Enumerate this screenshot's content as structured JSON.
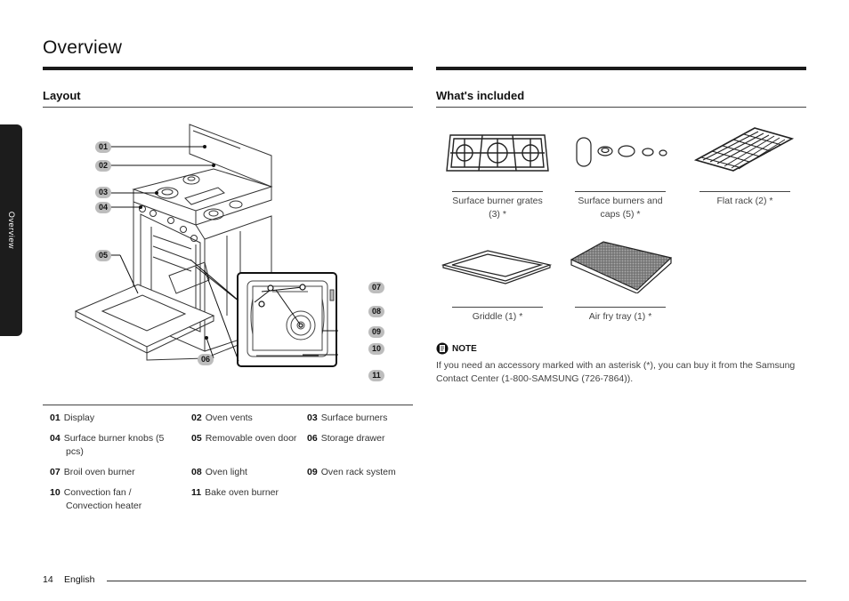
{
  "page": {
    "title": "Overview",
    "side_tab": "Overview",
    "page_number": "14",
    "language": "English"
  },
  "layout": {
    "heading": "Layout",
    "callouts": [
      "01",
      "02",
      "03",
      "04",
      "05",
      "06",
      "07",
      "08",
      "09",
      "10",
      "11"
    ],
    "legend": [
      {
        "num": "01",
        "label": "Display"
      },
      {
        "num": "02",
        "label": "Oven vents"
      },
      {
        "num": "03",
        "label": "Surface burners"
      },
      {
        "num": "04",
        "label": "Surface burner knobs (5 pcs)"
      },
      {
        "num": "05",
        "label": "Removable oven door"
      },
      {
        "num": "06",
        "label": "Storage drawer"
      },
      {
        "num": "07",
        "label": "Broil oven burner"
      },
      {
        "num": "08",
        "label": "Oven light"
      },
      {
        "num": "09",
        "label": "Oven rack system"
      },
      {
        "num": "10",
        "label": "Convection fan / Convection heater"
      },
      {
        "num": "11",
        "label": "Bake oven burner"
      }
    ]
  },
  "included": {
    "heading": "What's included",
    "items": [
      {
        "label": "Surface burner grates (3) *"
      },
      {
        "label": "Surface burners and caps (5) *"
      },
      {
        "label": "Flat rack (2) *"
      },
      {
        "label": "Griddle (1) *"
      },
      {
        "label": "Air fry tray (1) *"
      }
    ],
    "note_label": "NOTE",
    "note_text": "If you need an accessory marked with an asterisk (*), you can buy it from the Samsung Contact Center (1-800-SAMSUNG (726-7864))."
  }
}
